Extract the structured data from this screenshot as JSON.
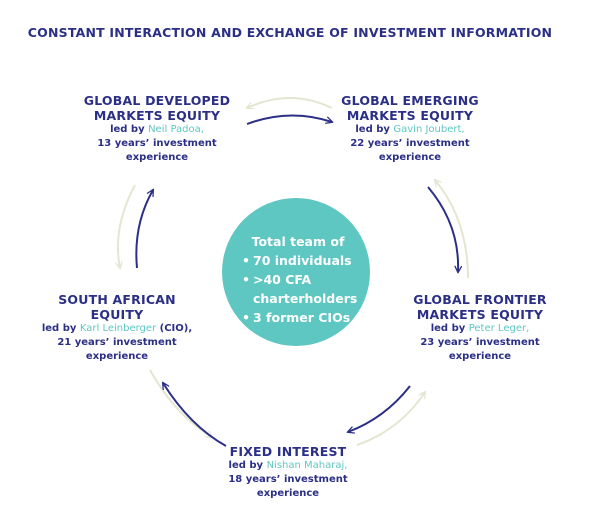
{
  "title": "CONSTANT INTERACTION AND EXCHANGE OF INVESTMENT INFORMATION",
  "center": {
    "title": "Total team of",
    "items": [
      "70 individuals",
      ">40 CFA charterholders",
      "3 former CIOs"
    ]
  },
  "nodes": {
    "gdme": {
      "line1": "GLOBAL DEVELOPED",
      "line2": "MARKETS EQUITY",
      "led_prefix": "led by ",
      "person": "Neil Padoa,",
      "person_suffix": "",
      "exp1": "13 years’ investment",
      "exp2": "experience"
    },
    "geme": {
      "line1": "GLOBAL EMERGING",
      "line2": "MARKETS EQUITY",
      "led_prefix": "led by ",
      "person": "Gavin Joubert,",
      "person_suffix": "",
      "exp1": "22 years’ investment",
      "exp2": "experience"
    },
    "gfme": {
      "line1": "GLOBAL FRONTIER",
      "line2": "MARKETS EQUITY",
      "led_prefix": "led by ",
      "person": "Peter Leger,",
      "person_suffix": "",
      "exp1": "23 years’ investment",
      "exp2": "experience"
    },
    "fi": {
      "line1": "FIXED INTEREST",
      "led_prefix": "led by ",
      "person": "Nishan Maharaj,",
      "person_suffix": "",
      "exp1": "18 years’ investment",
      "exp2": "experience"
    },
    "sae": {
      "line1": "SOUTH AFRICAN",
      "line2": "EQUITY",
      "led_prefix": "led by ",
      "person": "Karl Leinberger",
      "person_suffix": " (CIO),",
      "exp1": "21 years’ investment",
      "exp2": "experience"
    }
  },
  "colors": {
    "navy": "#2b2f86",
    "teal": "#5ec7c2",
    "light_arrow": "#e8ead8"
  }
}
